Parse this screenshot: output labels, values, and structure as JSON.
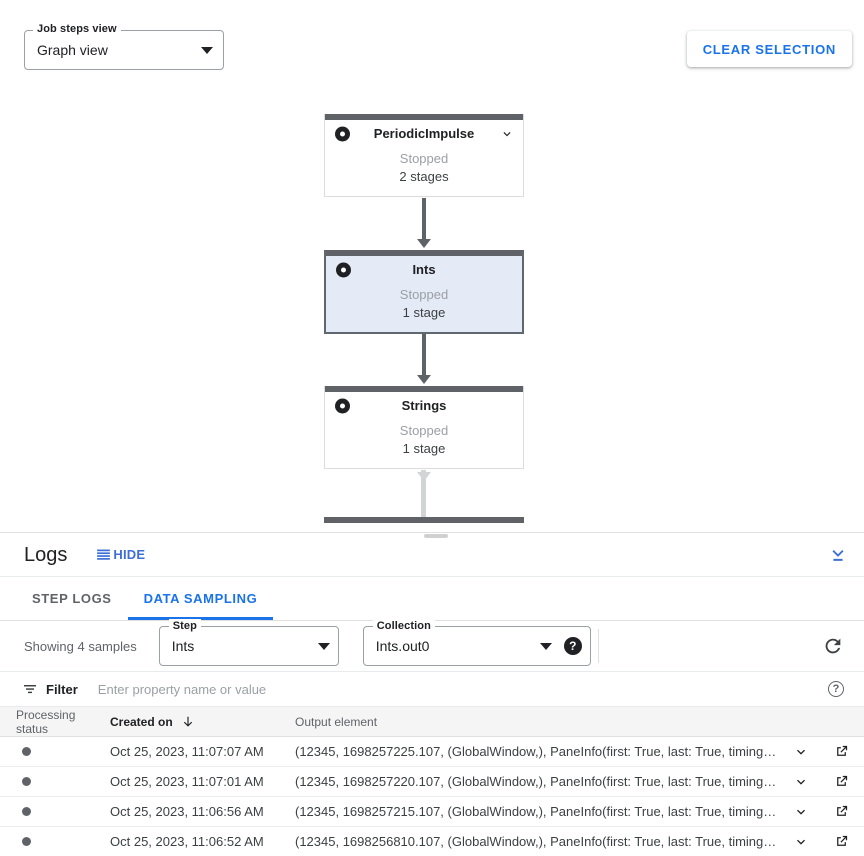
{
  "graph": {
    "view_select": {
      "label": "Job steps view",
      "value": "Graph view",
      "caret_icon": "caret-down-icon"
    },
    "clear_selection_label": "CLEAR SELECTION",
    "nodes": [
      {
        "title": "PeriodicImpulse",
        "status": "Stopped",
        "stages": "2 stages",
        "selected": false,
        "has_chevron": true
      },
      {
        "title": "Ints",
        "status": "Stopped",
        "stages": "1 stage",
        "selected": true,
        "has_chevron": false
      },
      {
        "title": "Strings",
        "status": "Stopped",
        "stages": "1 stage",
        "selected": false,
        "has_chevron": false
      }
    ]
  },
  "logs": {
    "title": "Logs",
    "hide_label": "HIDE",
    "hide_icon": "list-lines-icon",
    "collapse_icon": "collapse-panel-icon",
    "tabs": [
      {
        "label": "STEP LOGS",
        "active": false
      },
      {
        "label": "DATA SAMPLING",
        "active": true
      }
    ]
  },
  "sampling": {
    "showing_text": "Showing 4 samples",
    "step": {
      "label": "Step",
      "value": "Ints"
    },
    "collection": {
      "label": "Collection",
      "value": "Ints.out0"
    },
    "help_icon": "help-filled-icon",
    "help_glyph": "?",
    "refresh_icon": "refresh-icon"
  },
  "filter": {
    "icon": "filter-list-icon",
    "label": "Filter",
    "placeholder": "Enter property name or value",
    "value": "",
    "help_icon": "help-outline-icon",
    "help_glyph": "?"
  },
  "table": {
    "columns": [
      {
        "key": "status",
        "label": "Processing status",
        "sorted": false
      },
      {
        "key": "created",
        "label": "Created on",
        "sorted": true,
        "sort_icon": "arrow-down-icon"
      },
      {
        "key": "output",
        "label": "Output element",
        "sorted": false
      }
    ],
    "rows": [
      {
        "status_dot": "●",
        "created": "Oct 25, 2023, 11:07:07 AM",
        "output": "(12345, 1698257225.107, (GlobalWindow,), PaneInfo(first: True, last: True, timing…",
        "expand_icon": "chevron-down-icon",
        "open_icon": "open-in-new-icon"
      },
      {
        "status_dot": "●",
        "created": "Oct 25, 2023, 11:07:01 AM",
        "output": "(12345, 1698257220.107, (GlobalWindow,), PaneInfo(first: True, last: True, timing…",
        "expand_icon": "chevron-down-icon",
        "open_icon": "open-in-new-icon"
      },
      {
        "status_dot": "●",
        "created": "Oct 25, 2023, 11:06:56 AM",
        "output": "(12345, 1698257215.107, (GlobalWindow,), PaneInfo(first: True, last: True, timing…",
        "expand_icon": "chevron-down-icon",
        "open_icon": "open-in-new-icon"
      },
      {
        "status_dot": "●",
        "created": "Oct 25, 2023, 11:06:52 AM",
        "output": "(12345, 1698256810.107, (GlobalWindow,), PaneInfo(first: True, last: True, timing…",
        "expand_icon": "chevron-down-icon",
        "open_icon": "open-in-new-icon"
      }
    ]
  },
  "colors": {
    "accent_blue": "#1a73e8",
    "link_blue": "#3d6fd6",
    "node_bar": "#5f6368",
    "node_selected_fill": "#e5eaf7",
    "node_selected_border": "#5f6771",
    "edge_light": "#d3d4d6",
    "text_primary": "#202124",
    "text_secondary": "#5f6368",
    "text_muted": "#9aa0a6"
  }
}
